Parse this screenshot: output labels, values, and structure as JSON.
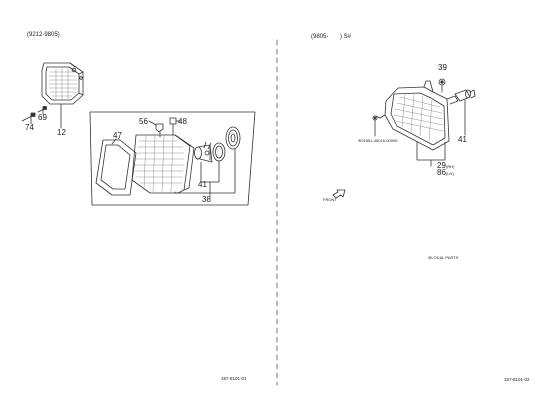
{
  "left_panel": {
    "date_range": "(9212-9805)",
    "part_numbers": {
      "p74": "74",
      "p69": "69",
      "p12": "12",
      "p56": "56",
      "p48": "48",
      "p47": "47",
      "p41": "41",
      "p38": "38"
    },
    "drawing_code": "157-8101-01"
  },
  "right_panel": {
    "date_range": "(9805-",
    "date_suffix": ") S#",
    "part_numbers": {
      "p39": "39",
      "p41": "41",
      "p29": "29",
      "p29_suffix": "(RH)",
      "p86": "86",
      "p86_suffix": "(LH)"
    },
    "bolt_note": "⊛91651-46016-00000",
    "front_label": "FRONT",
    "local_parts_note": "⊛LOCAL PARTS",
    "drawing_code": "157-8101-02"
  }
}
